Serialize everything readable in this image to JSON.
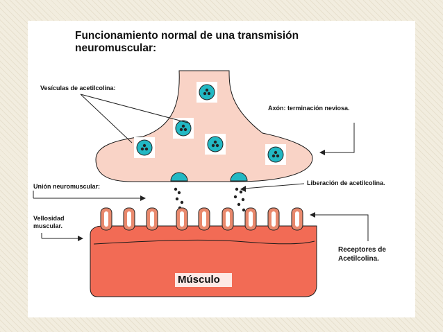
{
  "title": {
    "line1": "Funcionamiento normal de una transmisión",
    "line2": "neuromuscular:"
  },
  "labels": {
    "vesicles": "Vesículas de acetilcolina:",
    "axon": "Axón: terminación neviosa.",
    "junction": "Unión neuromuscular:",
    "release": "Liberación de acetilcolina.",
    "villus_line1": "Vellosidad",
    "villus_line2": "muscular.",
    "receptors_line1": "Receptores de",
    "receptors_line2": "Acetilcolina.",
    "muscle": "Músculo"
  },
  "colors": {
    "axon_fill": "#f9d3c6",
    "vesicle_bg": "#ffffff",
    "vesicle": "#22b8c3",
    "muscle": "#f26b55",
    "villus": "#e9896d",
    "line": "#222222"
  }
}
